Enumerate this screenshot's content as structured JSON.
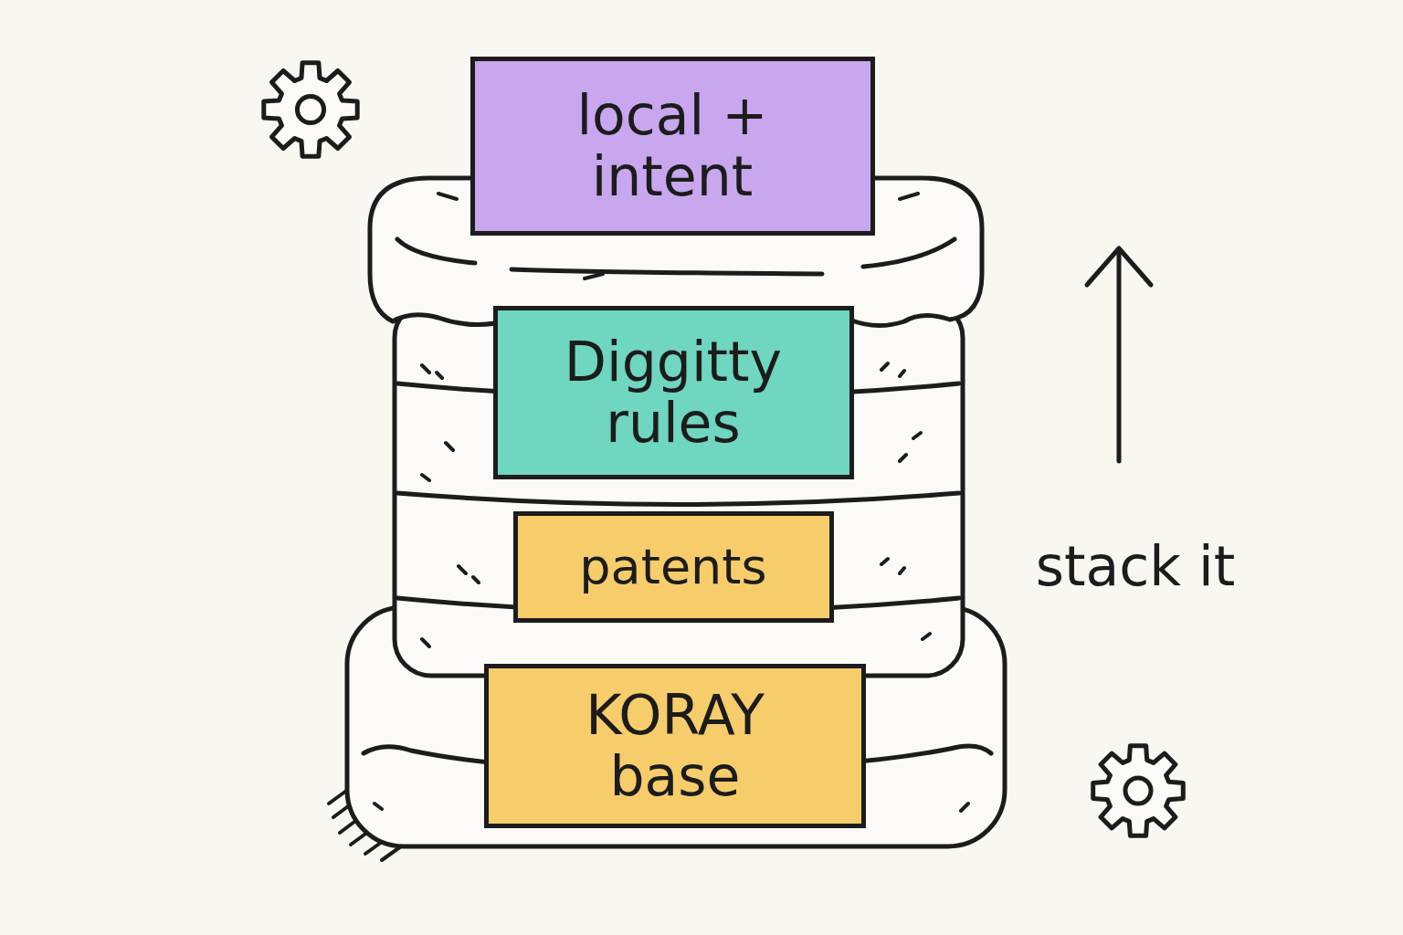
{
  "diagram": {
    "nodes": [
      {
        "text": [
          "local + intent"
        ]
      },
      {
        "text": [
          "Diggitty rules"
        ]
      },
      {
        "text": [
          "patents"
        ]
      },
      {
        "text": [
          "KORAY base"
        ]
      }
    ],
    "labels": [
      "stack it"
    ]
  }
}
